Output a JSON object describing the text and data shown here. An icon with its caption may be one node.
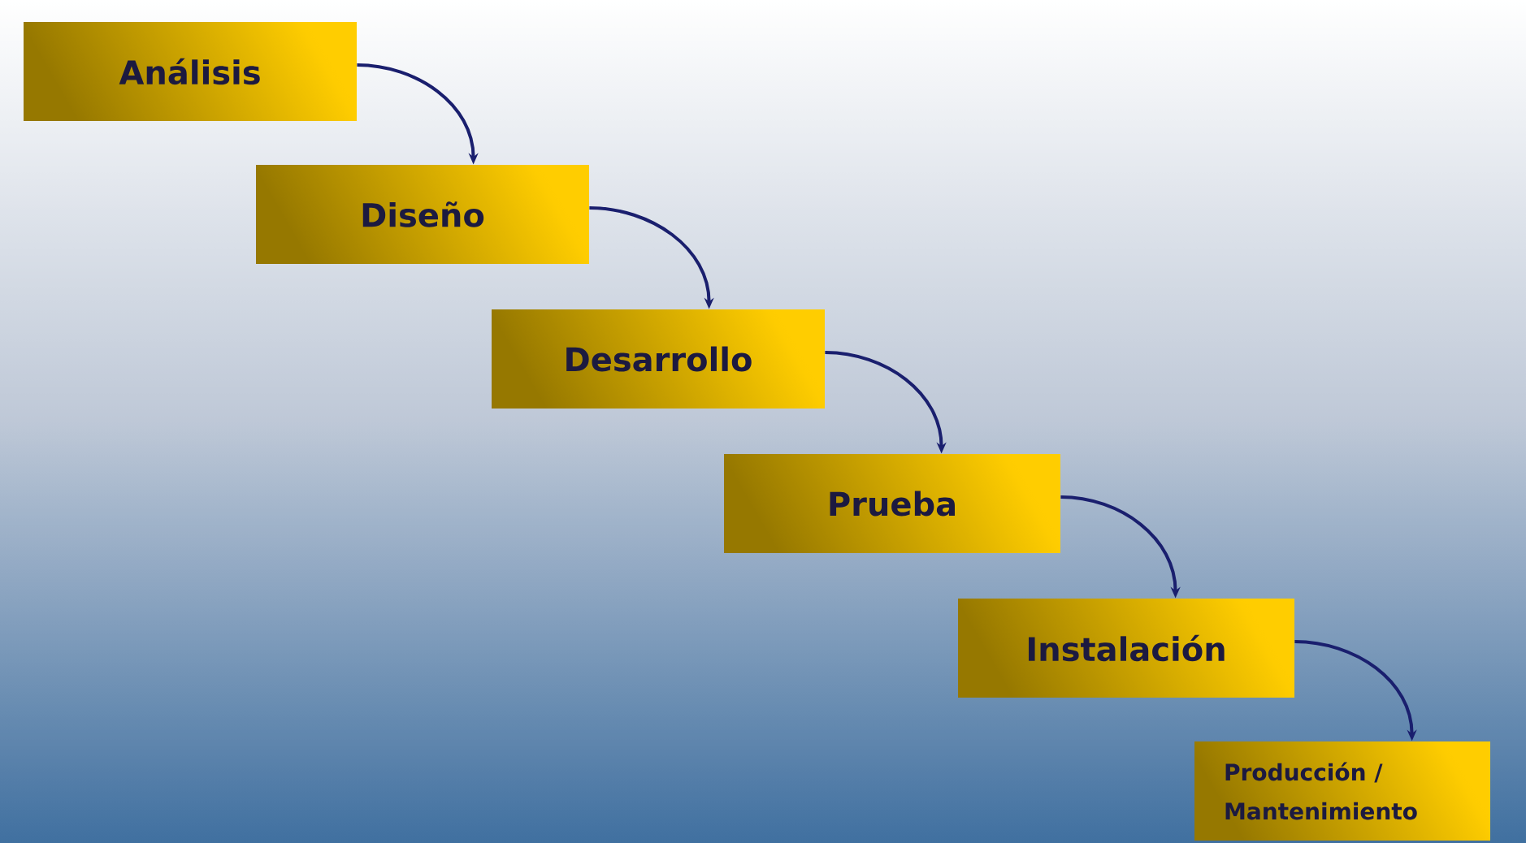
{
  "diagram": {
    "nodes": [
      {
        "text": [
          "Análisis"
        ]
      },
      {
        "text": [
          "Diseño"
        ]
      },
      {
        "text": [
          "Desarrollo"
        ]
      },
      {
        "text": [
          "Prueba"
        ]
      },
      {
        "text": [
          "Instalación"
        ]
      },
      {
        "text": [
          "Producción / Mantenimiento"
        ]
      }
    ],
    "edges": [
      {
        "from": 0,
        "to": 1,
        "arrow": "to"
      },
      {
        "from": 1,
        "to": 2,
        "arrow": "to"
      },
      {
        "from": 2,
        "to": 3,
        "arrow": "to"
      },
      {
        "from": 3,
        "to": 4,
        "arrow": "to"
      },
      {
        "from": 4,
        "to": 5,
        "arrow": "to"
      }
    ]
  }
}
